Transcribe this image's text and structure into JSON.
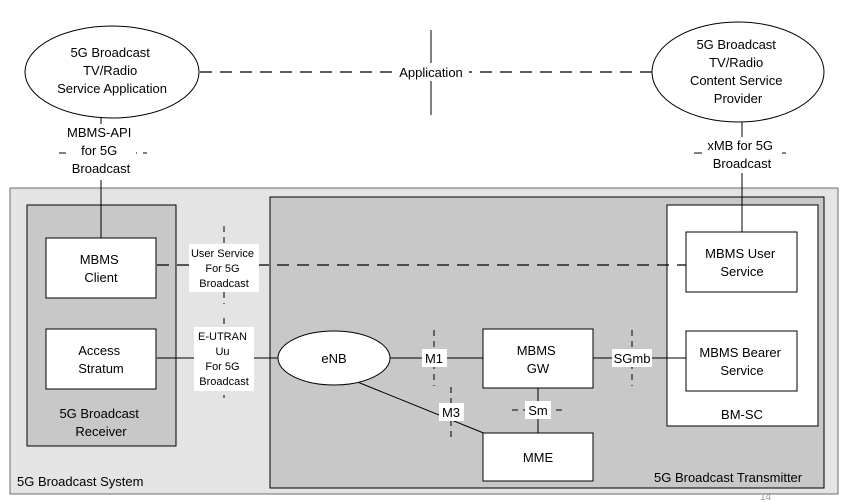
{
  "nodes": {
    "app_ellipse": [
      "5G Broadcast",
      "TV/Radio",
      "Service Application"
    ],
    "provider_ellipse": [
      "5G Broadcast",
      "TV/Radio",
      "Content Service",
      "Provider"
    ],
    "mbms_client": [
      "MBMS",
      "Client"
    ],
    "access_stratum": [
      "Access",
      "Stratum"
    ],
    "receiver_label": [
      "5G Broadcast",
      "Receiver"
    ],
    "system_label": "5G Broadcast System",
    "transmitter_label": "5G Broadcast Transmitter",
    "enb": "eNB",
    "mbms_gw": [
      "MBMS",
      "GW"
    ],
    "mme": "MME",
    "mbms_user_service": [
      "MBMS User",
      "Service"
    ],
    "mbms_bearer_service": [
      "MBMS Bearer",
      "Service"
    ],
    "bmsc": "BM-SC"
  },
  "interfaces": {
    "application": "Application",
    "mbms_api": [
      "MBMS-API",
      "for 5G",
      "Broadcast"
    ],
    "xmb": [
      "xMB for 5G",
      "Broadcast"
    ],
    "user_service": [
      "User Service",
      "For 5G",
      "Broadcast"
    ],
    "eutran": [
      "E-UTRAN",
      "Uu",
      "For 5G",
      "Broadcast"
    ],
    "m1": "M1",
    "m3": "M3",
    "sm": "Sm",
    "sgmb": "SGmb"
  },
  "page_number": "14",
  "colors": {
    "outer_bg": "#e4e4e4",
    "region_bg": "#c8c8c8",
    "box_bg": "#ffffff",
    "stroke": "#000000"
  }
}
